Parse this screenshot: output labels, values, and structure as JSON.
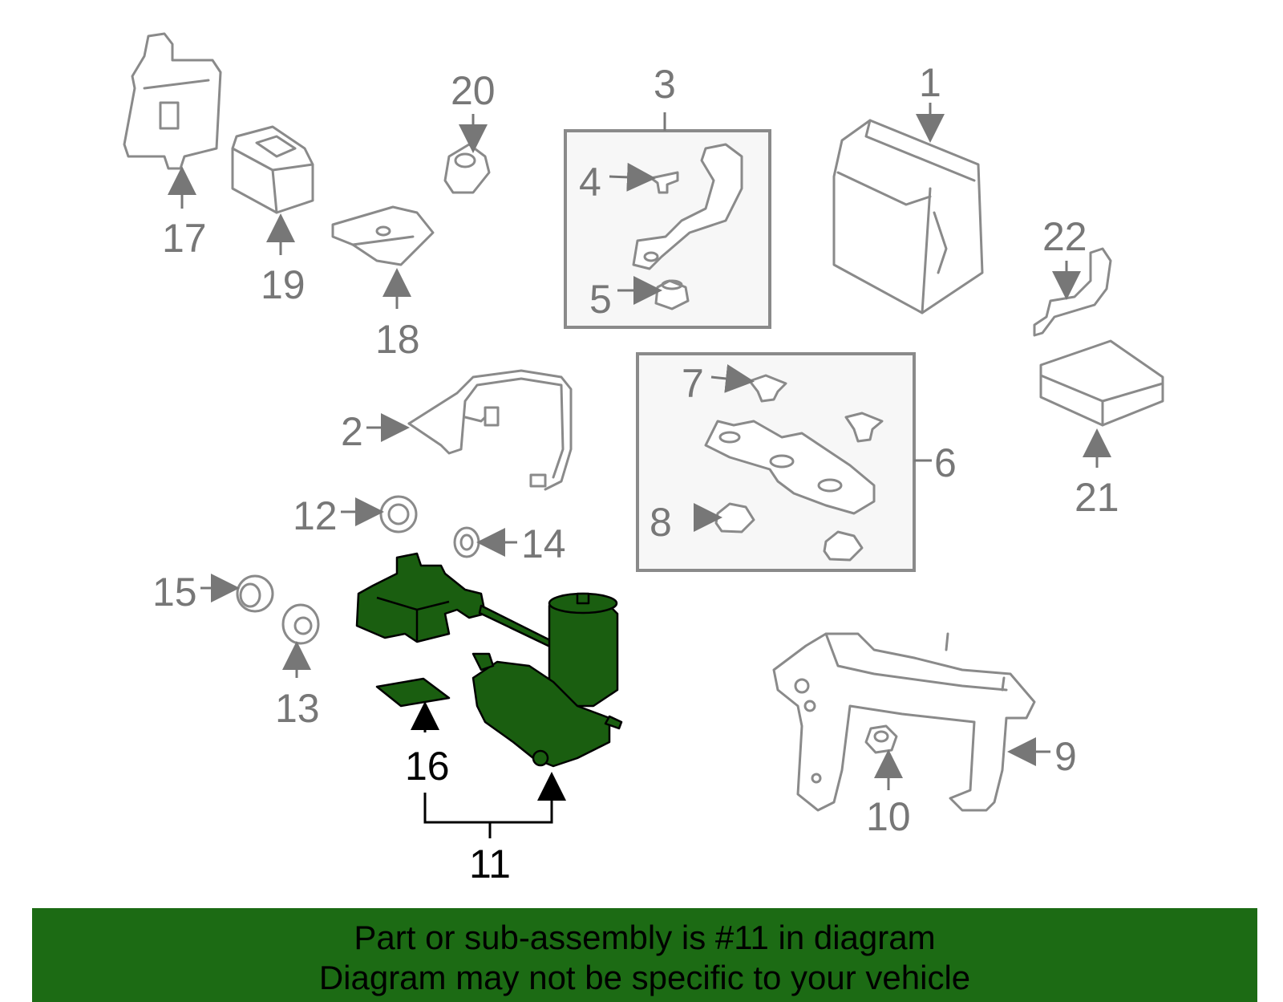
{
  "banner": {
    "line1": "Part or sub-assembly is #11 in diagram",
    "line2": "Diagram may not be specific to your vehicle"
  },
  "colors": {
    "highlight_fill": "#1a5e10",
    "banner_bg": "#1c6b14",
    "part_stroke": "#8a8a8a",
    "callout_text": "#777777"
  },
  "callouts": {
    "c1": "1",
    "c2": "2",
    "c3": "3",
    "c4": "4",
    "c5": "5",
    "c6": "6",
    "c7": "7",
    "c8": "8",
    "c9": "9",
    "c10": "10",
    "c11": "11",
    "c12": "12",
    "c13": "13",
    "c14": "14",
    "c15": "15",
    "c16": "16",
    "c17": "17",
    "c18": "18",
    "c19": "19",
    "c20": "20",
    "c21": "21",
    "c22": "22"
  },
  "highlighted_part": "11"
}
